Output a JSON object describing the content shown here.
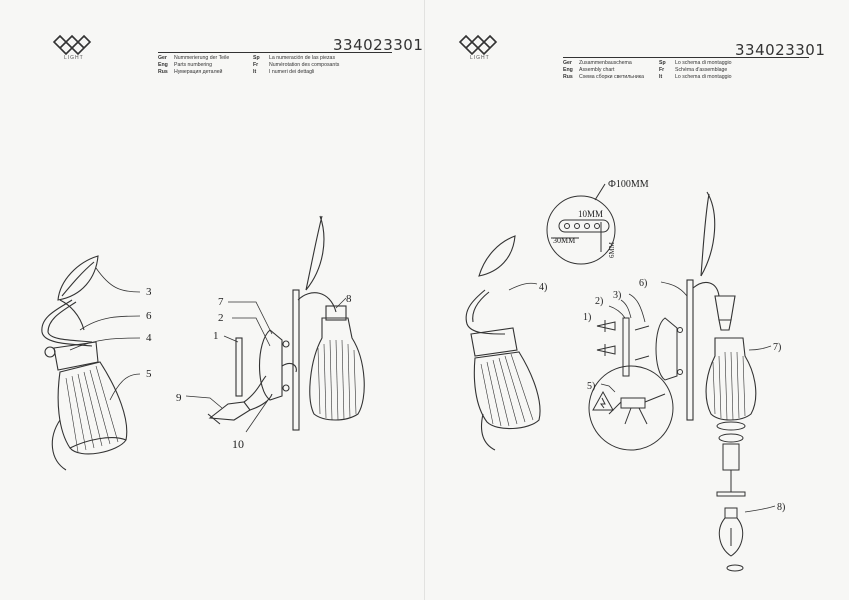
{
  "left_page": {
    "logo_text": "LIGHT",
    "doc_number": "334023301",
    "legend": [
      {
        "code": "Ger",
        "text": "Nummerierung der Teile"
      },
      {
        "code": "Eng",
        "text": "Parts numbering"
      },
      {
        "code": "Rus",
        "text": "Нумерация деталей"
      },
      {
        "code": "Sp",
        "text": "La numeración de las piezas"
      },
      {
        "code": "Fr",
        "text": "Numérotation des composants"
      },
      {
        "code": "It",
        "text": "I numeri dei dettagli"
      }
    ],
    "part_labels": [
      "1",
      "2",
      "3",
      "4",
      "5",
      "6",
      "7",
      "8",
      "9",
      "10"
    ]
  },
  "right_page": {
    "logo_text": "LIGHT",
    "doc_number": "334023301",
    "legend": [
      {
        "code": "Ger",
        "text": "Zusammenbauschema"
      },
      {
        "code": "Eng",
        "text": "Assembly chart"
      },
      {
        "code": "Rus",
        "text": "Схема сборки светильника"
      },
      {
        "code": "Sp",
        "text": "Lo schema di montaggio"
      },
      {
        "code": "Fr",
        "text": "Schéma d'assemblage"
      },
      {
        "code": "It",
        "text": "Lo schema di montaggio"
      }
    ],
    "drill_template": {
      "diameter": "Ф100ММ",
      "spacing": "10MM",
      "width": "30MM",
      "depth": "6MM"
    },
    "step_labels": [
      "1)",
      "2)",
      "3)",
      "4)",
      "5)",
      "6)",
      "7)",
      "8)"
    ]
  }
}
